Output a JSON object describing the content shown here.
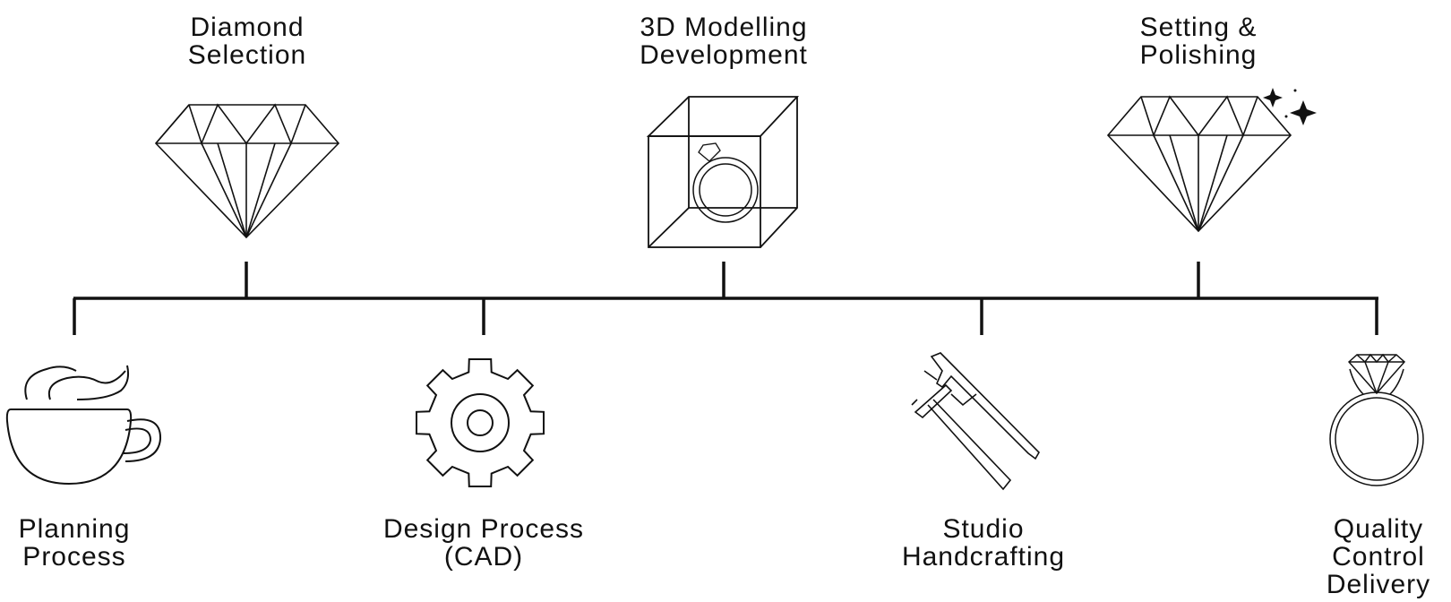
{
  "top_steps": [
    {
      "line1": "Diamond",
      "line2": "Selection",
      "icon": "diamond-icon"
    },
    {
      "line1": "3D Modelling",
      "line2": "Development",
      "icon": "cube-ring-icon"
    },
    {
      "line1": "Setting &",
      "line2": "Polishing",
      "icon": "sparkling-diamond-icon"
    }
  ],
  "bottom_steps": [
    {
      "line1": "Planning",
      "line2": "Process",
      "icon": "coffee-cup-icon"
    },
    {
      "line1": "Design Process",
      "line2": "(CAD)",
      "icon": "gear-icon"
    },
    {
      "line1": "Studio",
      "line2": "Handcrafting",
      "icon": "tools-icon"
    },
    {
      "line1": "Quality",
      "line2": "Control",
      "line3": "Delivery",
      "icon": "diamond-ring-icon"
    }
  ],
  "colors": {
    "stroke": "#111111",
    "background": "#ffffff"
  }
}
